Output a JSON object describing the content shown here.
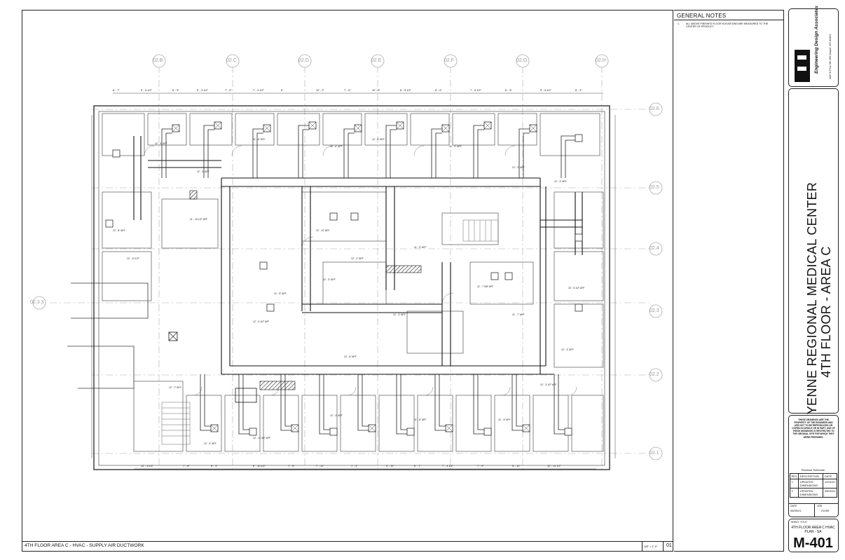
{
  "notes": {
    "title": "GENERAL NOTES",
    "items": [
      {
        "num": "1.",
        "text": "ALL ABOVE FINISHED FLOOR ELEVATIONS ARE MEASURED TO THE CENTER OF PRODUCT."
      }
    ]
  },
  "drawing": {
    "title": "4TH FLOOR AREA C - HVAC - SUPPLY AIR DUCTWORK",
    "scale": "1/8\" = 1'-0\"",
    "number": "01",
    "grid_columns": [
      "02.B",
      "02.C",
      "02.D",
      "02.E",
      "02.F",
      "02.G",
      "02.H"
    ],
    "grid_rows": [
      "02.6",
      "02.5",
      "02.4",
      "02.3",
      "02.2",
      "02.1"
    ],
    "grid_extra": "02.3.3"
  },
  "titleblock": {
    "firm_name": "Engineering Design Associates",
    "firm_address": "1607 E Pine Ste 305 Casper, WY 82601",
    "project_title_line1": "CHEYENNE REGIONAL MEDICAL CENTER",
    "project_title_line2": "4TH FLOOR - AREA C",
    "disclaimer": "THESE DRAWINGS ARE THE PROPERTY OF THE ENGINEER AND ARE NOT TO BE REPRODUCED OR COPIED IN WHOLE OR IN PART. USE OF THESE DRAWINGS IS RESTRICTED TO THE ORIGINAL SITE FOR WHICH THEY WERE PREPARED.",
    "revision_schedule_title": "Revision Schedule",
    "revision_headers": [
      "REV",
      "DESCRIPTION",
      "DATE"
    ],
    "revisions": [
      {
        "rev": "1",
        "description": "UPDATED DIMENSIONS",
        "date": "12/01/21"
      },
      {
        "rev": "2",
        "description": "UPDATED DIMENSIONS",
        "date": "03/02/22"
      }
    ],
    "date_label": "DATE",
    "date": "08/30/21",
    "job_label": "JOB",
    "job": "21039",
    "sheet_title_label": "SHEET TITLE",
    "sheet_title": "4TH FLOOR AREA C HVAC PLAN - SA",
    "sheet_number": "M-401"
  }
}
